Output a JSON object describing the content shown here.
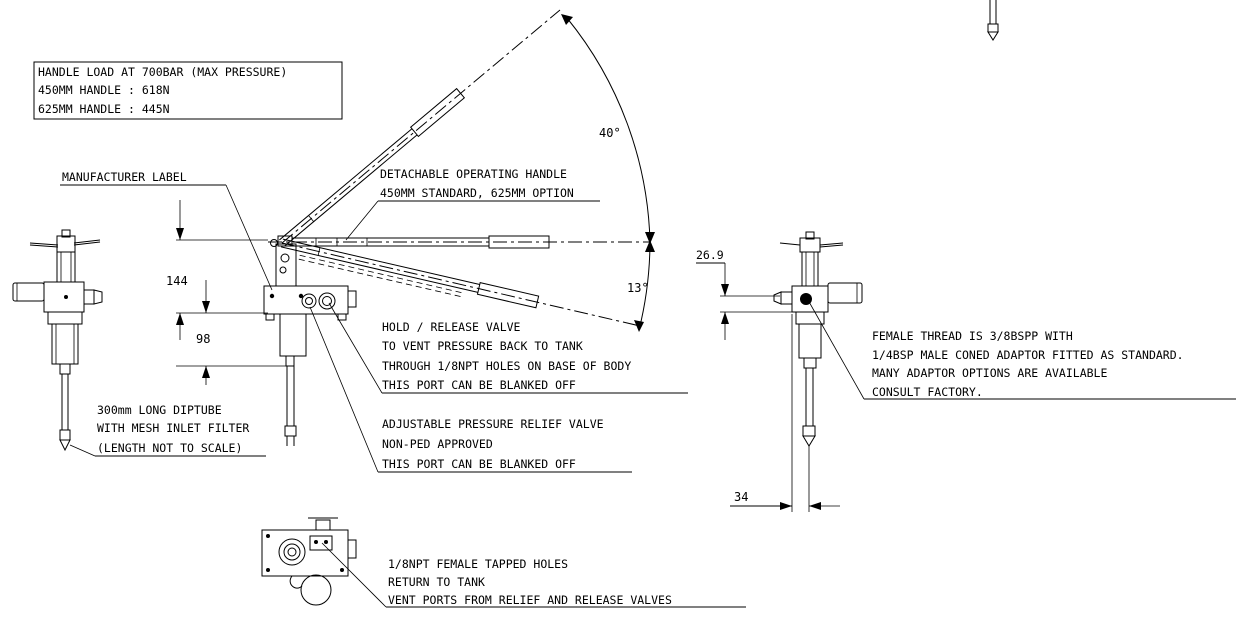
{
  "handle_load_box": {
    "line1": "HANDLE LOAD AT 700BAR (MAX PRESSURE)",
    "line2": "450MM HANDLE : 618N",
    "line3": "625MM HANDLE : 445N"
  },
  "labels": {
    "manufacturer_label": "MANUFACTURER LABEL",
    "handle_line1": "DETACHABLE OPERATING HANDLE",
    "handle_line2": "450MM STANDARD, 625MM OPTION",
    "hold_line1": "HOLD / RELEASE VALVE",
    "hold_line2": "TO VENT PRESSURE BACK TO TANK",
    "hold_line3": "THROUGH 1/8NPT HOLES ON BASE OF BODY",
    "hold_line4": "THIS PORT CAN BE BLANKED OFF",
    "relief_line1": "ADJUSTABLE PRESSURE RELIEF VALVE",
    "relief_line2": "NON-PED APPROVED",
    "relief_line3": "THIS PORT CAN BE BLANKED OFF",
    "diptube_line1": "300mm LONG DIPTUBE",
    "diptube_line2": "WITH MESH INLET FILTER",
    "diptube_line3": "(LENGTH NOT TO SCALE)",
    "female_line1": "FEMALE THREAD IS 3/8BSPP WITH",
    "female_line2": "1/4BSP MALE CONED ADAPTOR FITTED AS STANDARD.",
    "female_line3": "MANY ADAPTOR OPTIONS ARE AVAILABLE",
    "female_line4": "CONSULT FACTORY.",
    "tapped_line1": "1/8NPT FEMALE TAPPED HOLES",
    "tapped_line2": "RETURN TO TANK",
    "tapped_line3": "VENT PORTS FROM RELIEF AND RELEASE VALVES"
  },
  "dimensions": {
    "angle_top": "40°",
    "angle_bottom": "13°",
    "height_144": "144",
    "height_98": "98",
    "offset_26_9": "26.9",
    "width_34": "34"
  }
}
